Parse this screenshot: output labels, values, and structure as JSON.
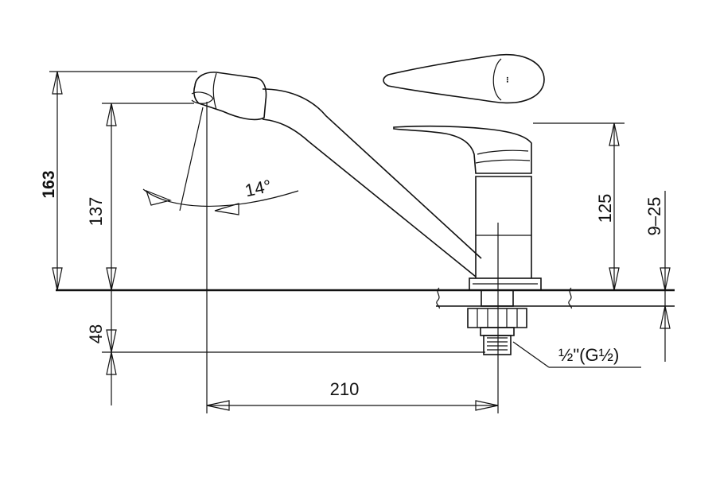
{
  "diagram": {
    "dimensions": {
      "overall_height": "163",
      "spout_height": "137",
      "below_deck": "48",
      "body_height": "125",
      "deck_thickness": "9‒25",
      "reach": "210",
      "angle": "14°",
      "thread": "½ʺ(G½)"
    },
    "colors": {
      "line": "#111111",
      "background": "#ffffff"
    }
  }
}
